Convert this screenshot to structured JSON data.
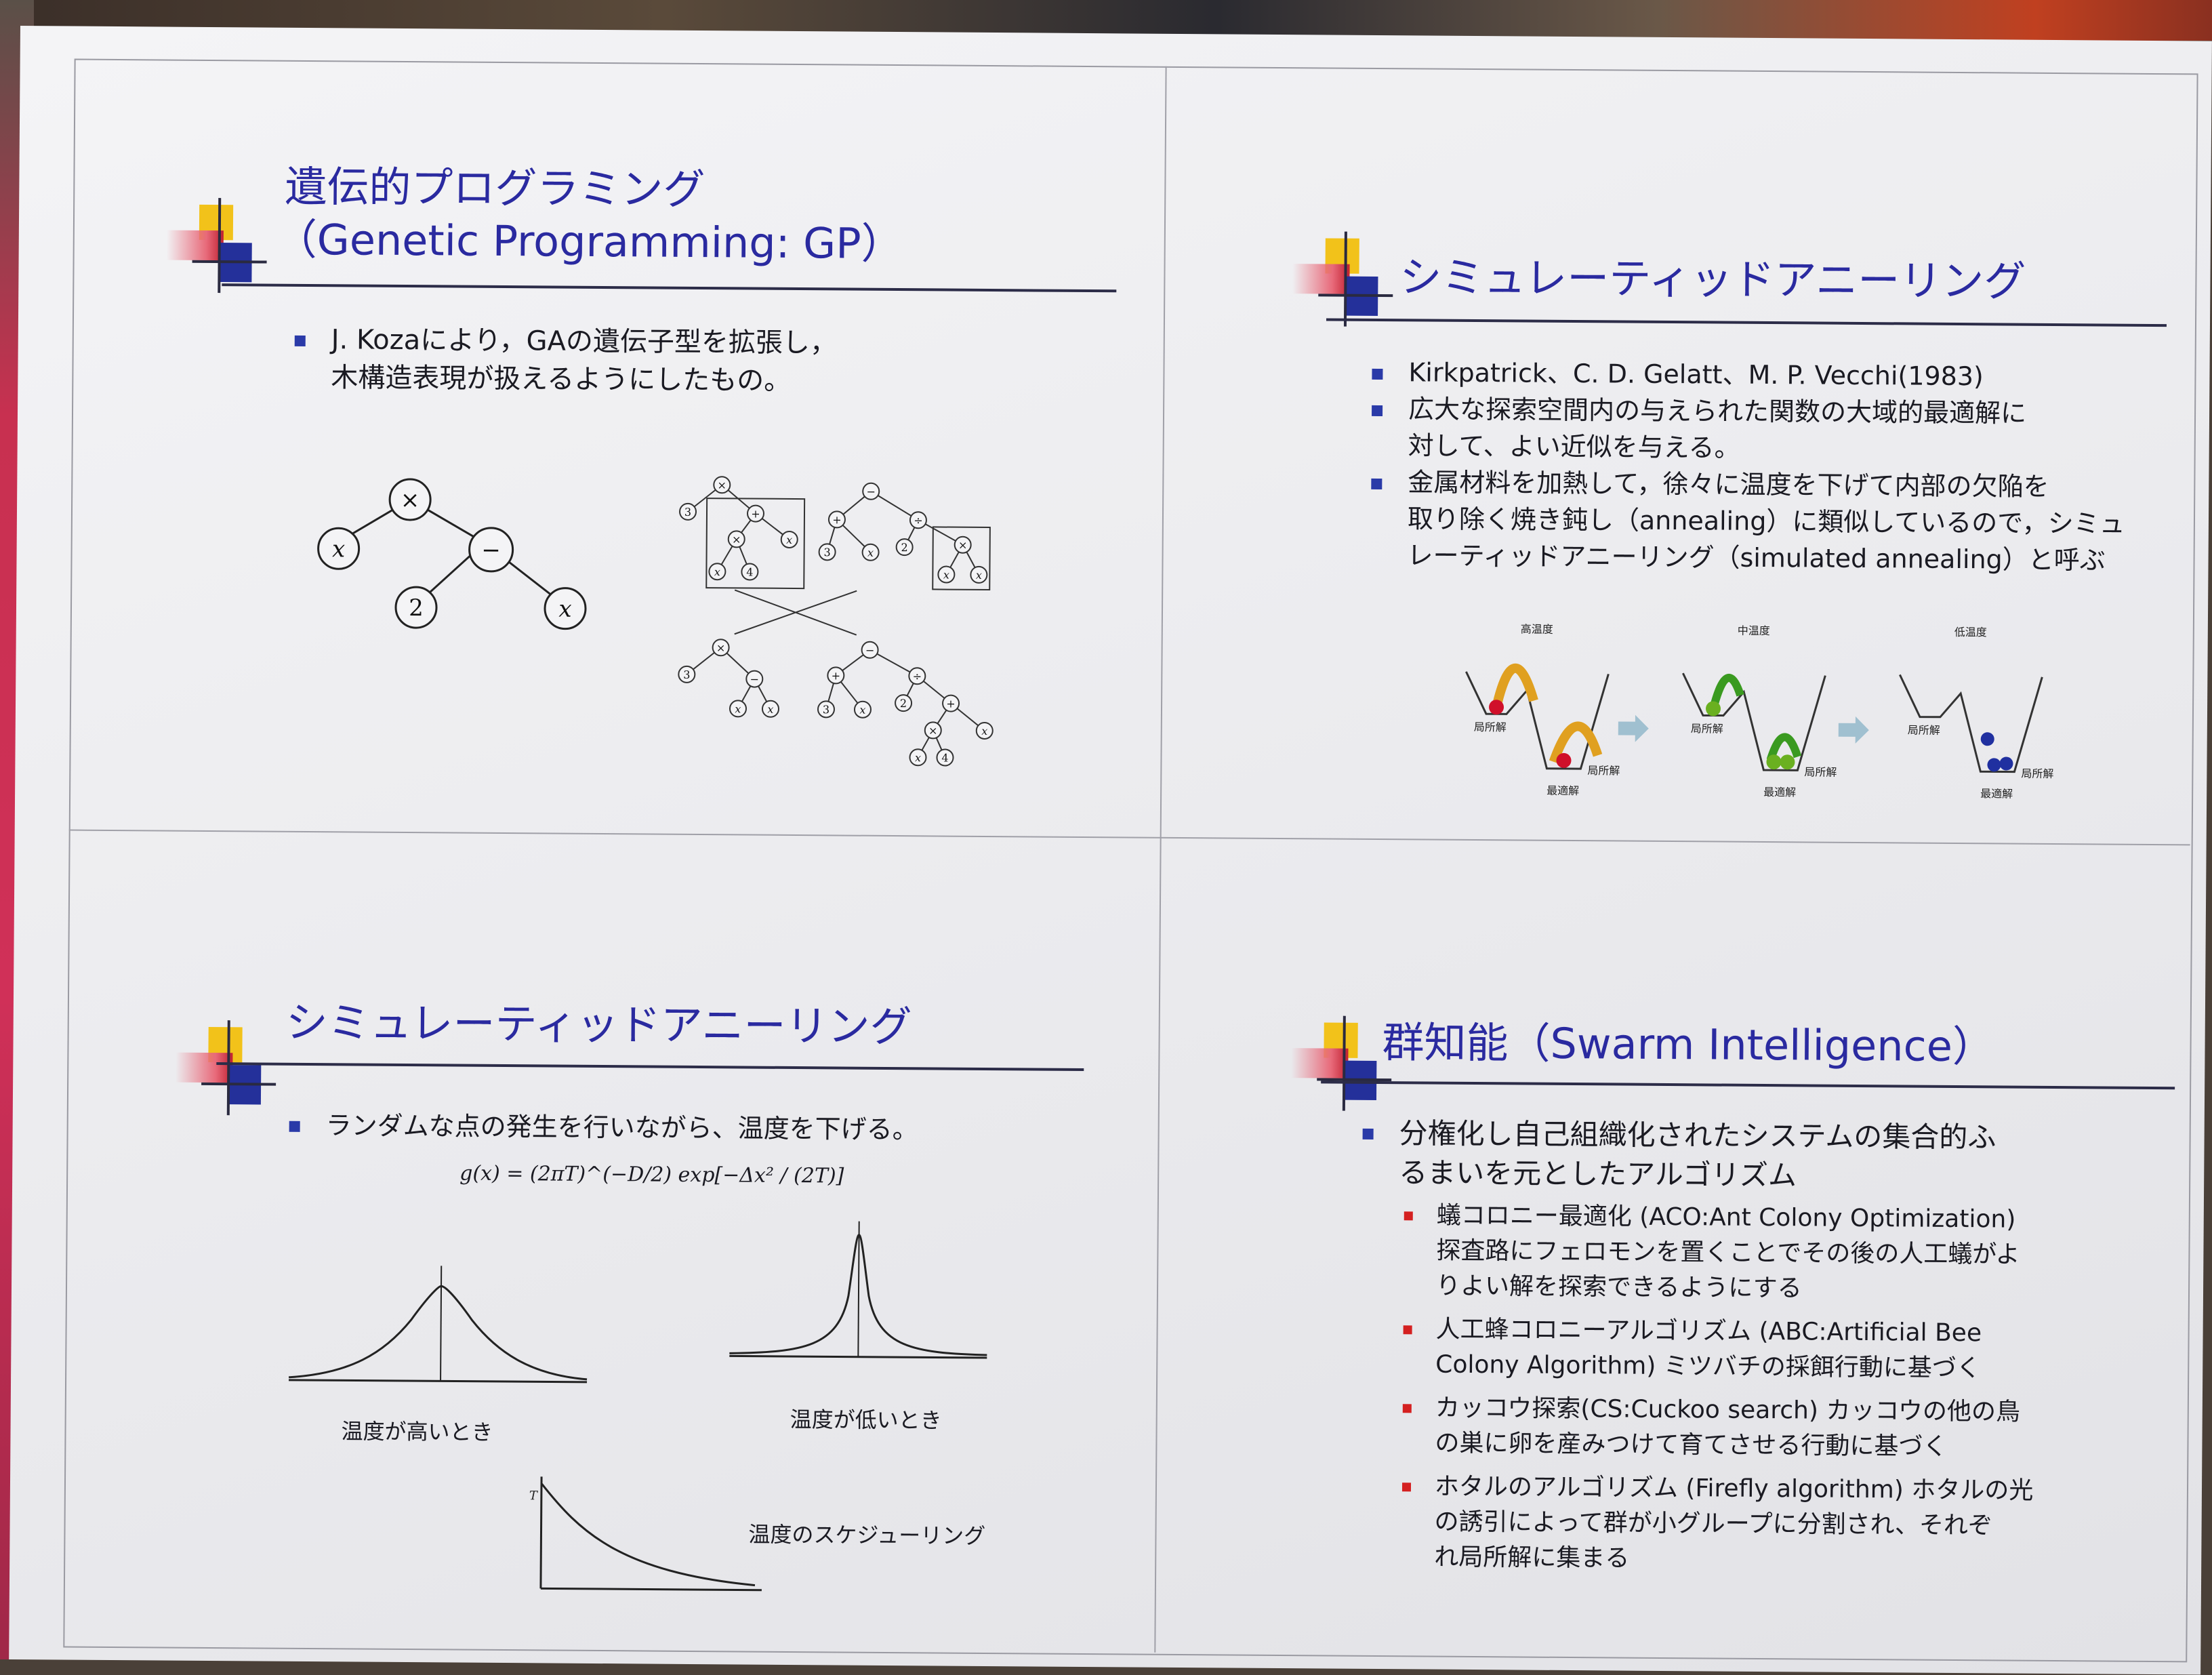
{
  "slide1": {
    "title_line1": "遺伝的プログラミング",
    "title_line2": "（Genetic Programming: GP）",
    "bullet_line1": "J. Kozaにより，GAの遺伝子型を拡張し，",
    "bullet_line2": "木構造表現が扱えるようにしたもの。",
    "tree_nodes": [
      "×",
      "x",
      "−",
      "2",
      "x"
    ],
    "crossover_labels": [
      "×",
      "3",
      "+",
      "×",
      "x",
      "4",
      "x",
      "−",
      "+",
      "÷",
      "3",
      "x",
      "x",
      "2",
      "×",
      "x",
      "x"
    ]
  },
  "slide2": {
    "title": "シミュレーティッドアニーリング",
    "bullet1": "Kirkpatrick、C. D. Gelatt、M. P. Vecchi(1983)",
    "bullet2_line1": "広大な探索空間内の与えられた関数の大域的最適解に",
    "bullet2_line2": "対して、よい近似を与える。",
    "bullet3_line1": "金属材料を加熱して，徐々に温度を下げて内部の欠陥を",
    "bullet3_line2": "取り除く焼き鈍し（annealing）に類似しているので，シミュ",
    "bullet3_line3": "レーティッドアニーリング（simulated annealing）と呼ぶ",
    "panel_high": "高温度",
    "panel_mid": "中温度",
    "panel_low": "低温度",
    "local_label": "局所解",
    "optimum_label": "最適解"
  },
  "slide3": {
    "title": "シミュレーティッドアニーリング",
    "bullet": "ランダムな点の発生を行いながら、温度を下げる。",
    "formula": "g(x) = (2πT)^(−D/2) exp[−Δx² / (2T)]",
    "high_label": "温度が高いとき",
    "low_label": "温度が低いとき",
    "schedule_label": "温度のスケジューリング",
    "axis_t": "T"
  },
  "slide4": {
    "title": "群知能（Swarm Intelligence）",
    "bullet_line1": "分権化し自己組織化されたシステムの集合的ふ",
    "bullet_line2": "るまいを元としたアルゴリズム",
    "sub1_line1": "蟻コロニー最適化 (ACO:Ant Colony Optimization)",
    "sub1_line2": "探査路にフェロモンを置くことでその後の人工蟻がよ",
    "sub1_line3": "りよい解を探索できるようにする",
    "sub2_line1": "人工蜂コロニーアルゴリズム (ABC:Artificial Bee",
    "sub2_line2": "Colony Algorithm) ミツバチの採餌行動に基づく",
    "sub3_line1": "カッコウ探索(CS:Cuckoo search) カッコウの他の鳥",
    "sub3_line2": "の巣に卵を産みつけて育てさせる行動に基づく",
    "sub4_line1": "ホタルのアルゴリズム (Firefly algorithm) ホタルの光",
    "sub4_line2": "の誘引によって群が小グループに分割され、それぞ",
    "sub4_line3": "れ局所解に集まる"
  }
}
